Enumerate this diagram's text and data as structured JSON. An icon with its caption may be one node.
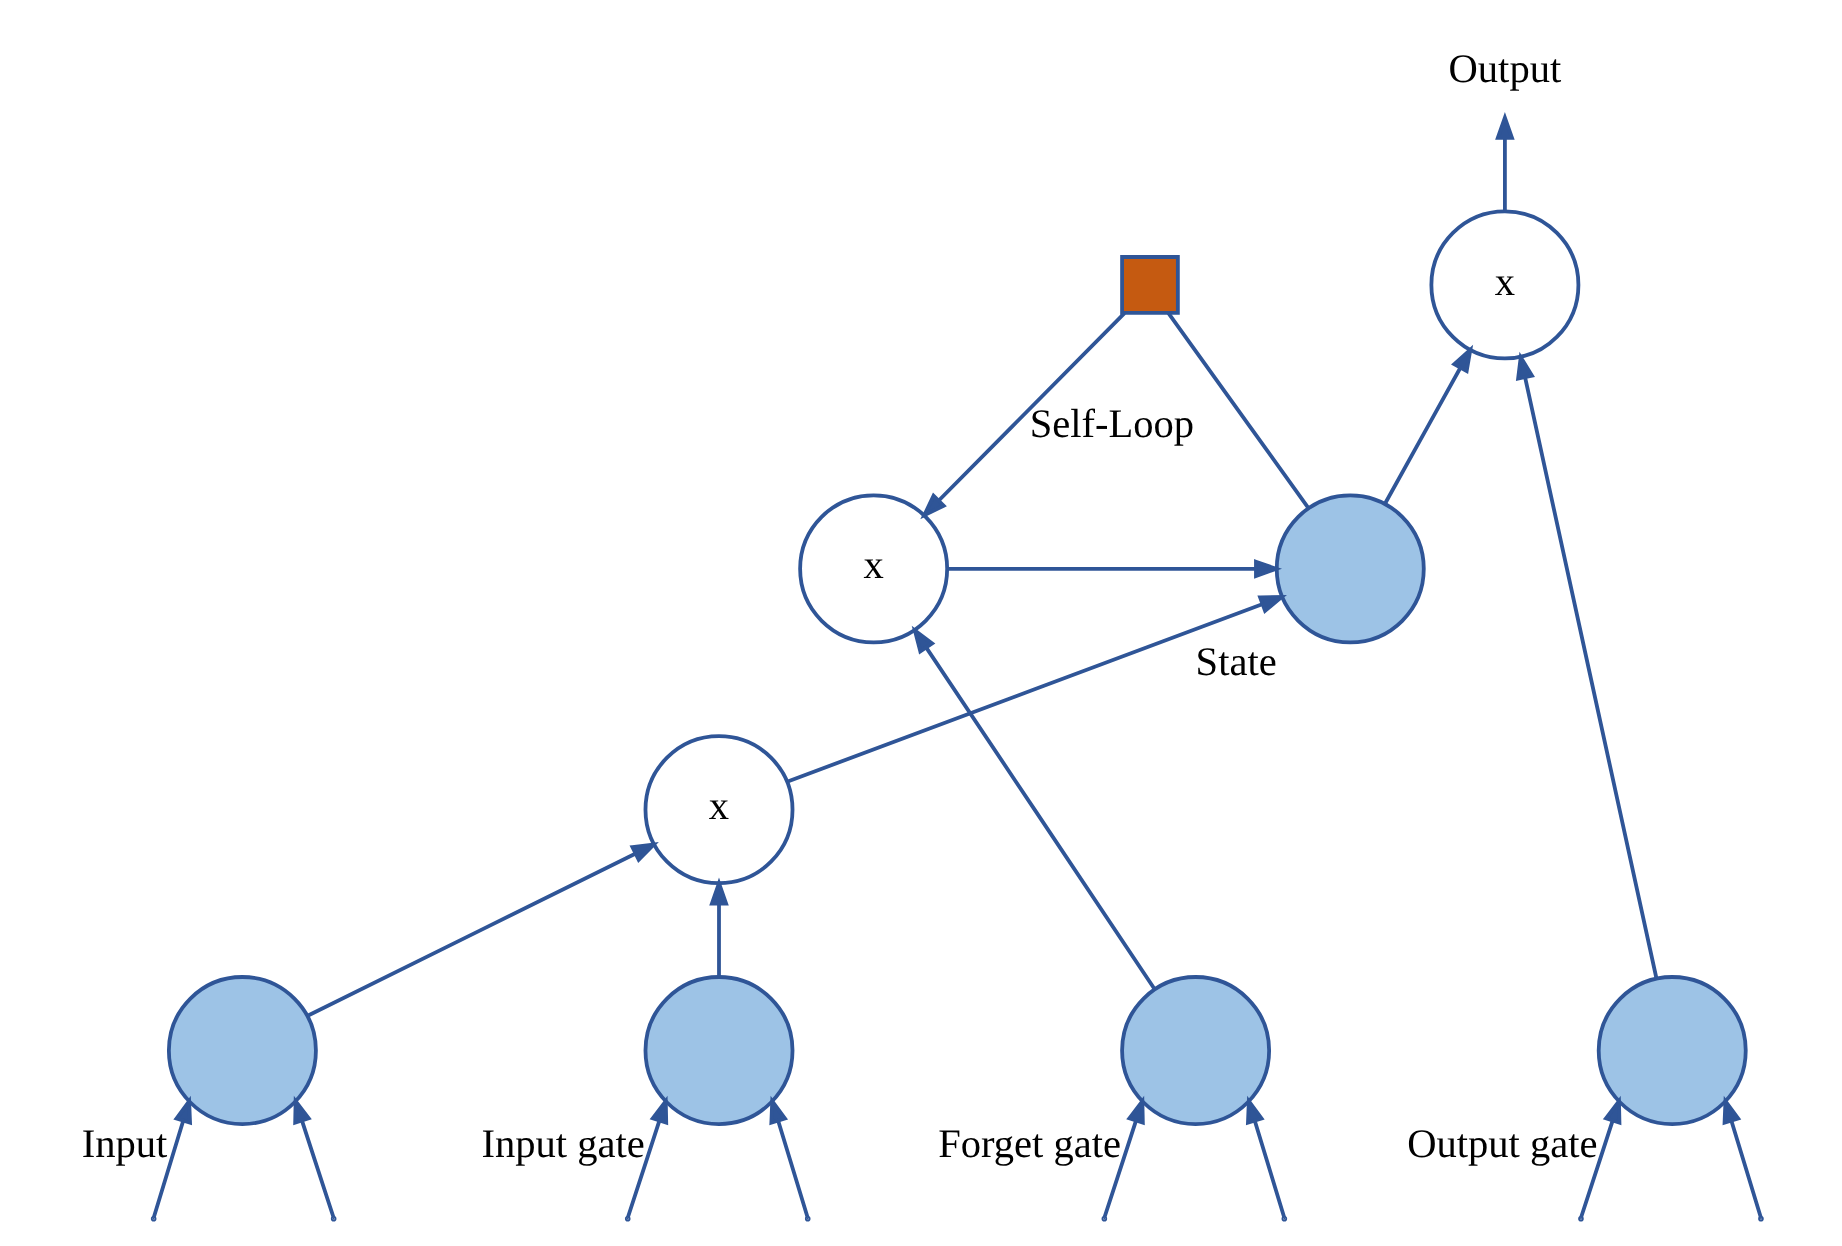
{
  "diagram": {
    "nodes": [
      {
        "text": [
          "Output"
        ]
      },
      {
        "text": [
          "x"
        ]
      },
      {
        "text": [],
        "shape": "box"
      },
      {
        "text": [
          "x"
        ]
      },
      {
        "text": [],
        "shape": "circle",
        "beside": [
          "State"
        ]
      },
      {
        "text": [
          "x"
        ]
      },
      {
        "text": [],
        "shape": "circle",
        "beside": [
          "Input"
        ]
      },
      {
        "text": [],
        "shape": "circle",
        "beside": [
          "Input gate"
        ]
      },
      {
        "text": [],
        "shape": "circle",
        "beside": [
          "Forget gate"
        ]
      },
      {
        "text": [],
        "shape": "circle",
        "beside": [
          "Output gate"
        ]
      }
    ],
    "edges": [
      {
        "from": 1,
        "to": 0,
        "arrow": "to"
      },
      {
        "from": 4,
        "to": 1,
        "arrow": "to"
      },
      {
        "from": 4,
        "to": 2,
        "arrow": "none"
      },
      {
        "from": 2,
        "to": 3,
        "arrow": "to",
        "label": "Self-Loop"
      },
      {
        "from": 3,
        "to": 4,
        "arrow": "to"
      },
      {
        "from": 5,
        "to": 4,
        "arrow": "to"
      },
      {
        "from": 6,
        "to": 5,
        "arrow": "to"
      },
      {
        "from": 7,
        "to": 5,
        "arrow": "to"
      },
      {
        "from": 8,
        "to": 3,
        "arrow": "to"
      },
      {
        "from": 9,
        "to": 1,
        "arrow": "to"
      },
      {
        "from": null,
        "to": 6,
        "arrow": "to"
      },
      {
        "from": null,
        "to": 6,
        "arrow": "to"
      },
      {
        "from": null,
        "to": 7,
        "arrow": "to"
      },
      {
        "from": null,
        "to": 7,
        "arrow": "to"
      },
      {
        "from": null,
        "to": 8,
        "arrow": "to"
      },
      {
        "from": null,
        "to": 8,
        "arrow": "to"
      },
      {
        "from": null,
        "to": 9,
        "arrow": "to"
      },
      {
        "from": null,
        "to": 9,
        "arrow": "to"
      }
    ]
  }
}
